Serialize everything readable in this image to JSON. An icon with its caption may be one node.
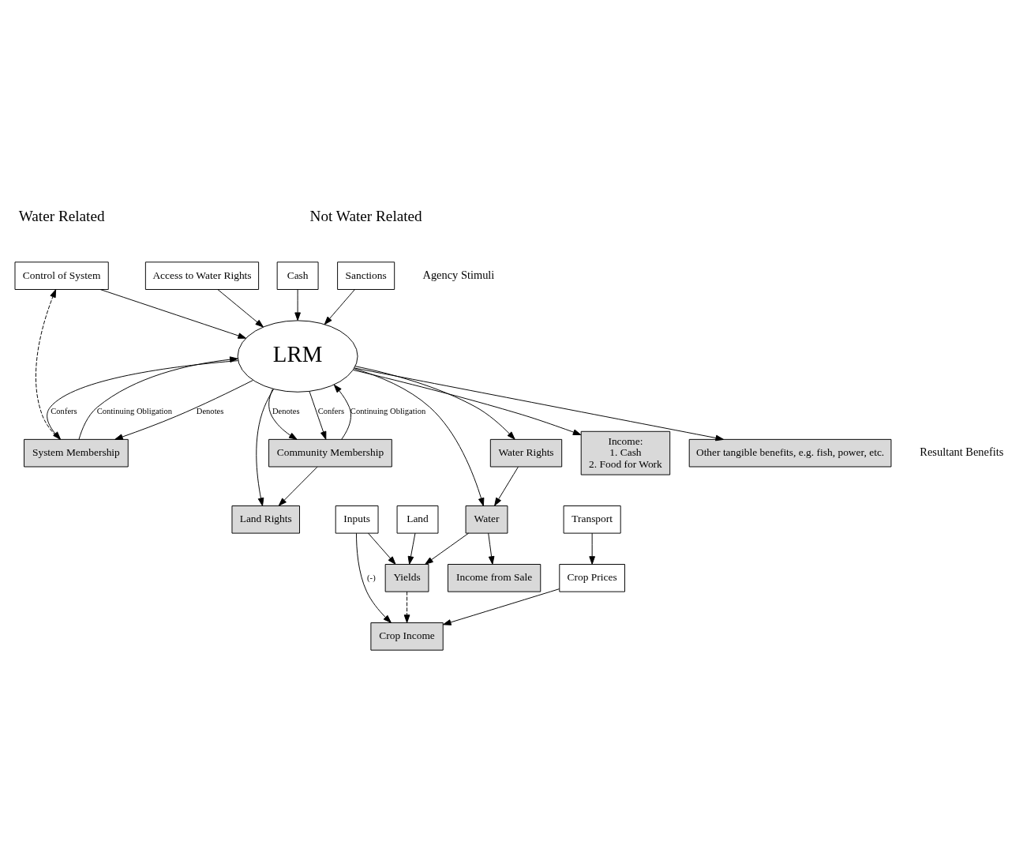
{
  "diagram": {
    "nodes": [
      {
        "text": [
          "Control of System"
        ]
      },
      {
        "text": [
          "Access to Water Rights"
        ]
      },
      {
        "text": [
          "Cash"
        ]
      },
      {
        "text": [
          "Sanctions"
        ]
      },
      {
        "text": [
          "LRM"
        ]
      },
      {
        "text": [
          "System Membership"
        ]
      },
      {
        "text": [
          "Community Membership"
        ]
      },
      {
        "text": [
          "Water Rights"
        ]
      },
      {
        "text": [
          "Land Rights"
        ]
      },
      {
        "text": [
          "Inputs"
        ]
      },
      {
        "text": [
          "Land"
        ]
      },
      {
        "text": [
          "Yields"
        ]
      },
      {
        "text": [
          "Water"
        ]
      },
      {
        "text": [
          "Transport"
        ]
      },
      {
        "text": [
          "Crop Prices"
        ]
      },
      {
        "text": [
          "Crop Income"
        ]
      },
      {
        "text": [
          "Income from Sale"
        ]
      },
      {
        "text": [
          "Income:",
          "1. Cash",
          "2. Food for Work"
        ]
      },
      {
        "text": [
          "Other tangible benefits, e.g. fish, power, etc."
        ]
      }
    ],
    "edges": [
      {
        "from": 0,
        "to": 4,
        "arrow": "to"
      },
      {
        "from": 1,
        "to": 4,
        "arrow": "to"
      },
      {
        "from": 2,
        "to": 4,
        "arrow": "to"
      },
      {
        "from": 3,
        "to": 4,
        "arrow": "to"
      },
      {
        "from": 4,
        "to": 5,
        "arrow": "to",
        "label": "Denotes"
      },
      {
        "from": 4,
        "to": 5,
        "arrow": "to",
        "label": "Confers"
      },
      {
        "from": 5,
        "to": 4,
        "arrow": "to",
        "label": "Continuing Obligation"
      },
      {
        "from": 5,
        "to": 0,
        "arrow": "to",
        "style": "dashed"
      },
      {
        "from": 4,
        "to": 6,
        "arrow": "to",
        "label": "Denotes"
      },
      {
        "from": 4,
        "to": 6,
        "arrow": "to",
        "label": "Confers"
      },
      {
        "from": 6,
        "to": 4,
        "arrow": "to",
        "label": "Continuing Obligation"
      },
      {
        "from": 4,
        "to": 7,
        "arrow": "to"
      },
      {
        "from": 4,
        "to": 8,
        "arrow": "to"
      },
      {
        "from": 6,
        "to": 8,
        "arrow": "to"
      },
      {
        "from": 7,
        "to": 12,
        "arrow": "to"
      },
      {
        "from": 4,
        "to": 12,
        "arrow": "to"
      },
      {
        "from": 9,
        "to": 11,
        "arrow": "to"
      },
      {
        "from": 10,
        "to": 11,
        "arrow": "to"
      },
      {
        "from": 12,
        "to": 11,
        "arrow": "to"
      },
      {
        "from": 11,
        "to": 15,
        "arrow": "to",
        "style": "dashed"
      },
      {
        "from": 9,
        "to": 15,
        "arrow": "to",
        "label": "(-)"
      },
      {
        "from": 12,
        "to": 16,
        "arrow": "to"
      },
      {
        "from": 13,
        "to": 14,
        "arrow": "to"
      },
      {
        "from": 14,
        "to": 15,
        "arrow": "to"
      },
      {
        "from": 4,
        "to": 17,
        "arrow": "to"
      },
      {
        "from": 4,
        "to": 18,
        "arrow": "to"
      }
    ],
    "labels": [
      "Water Related",
      "Not Water Related",
      "Agency Stimuli",
      "Resultant Benefits"
    ]
  }
}
